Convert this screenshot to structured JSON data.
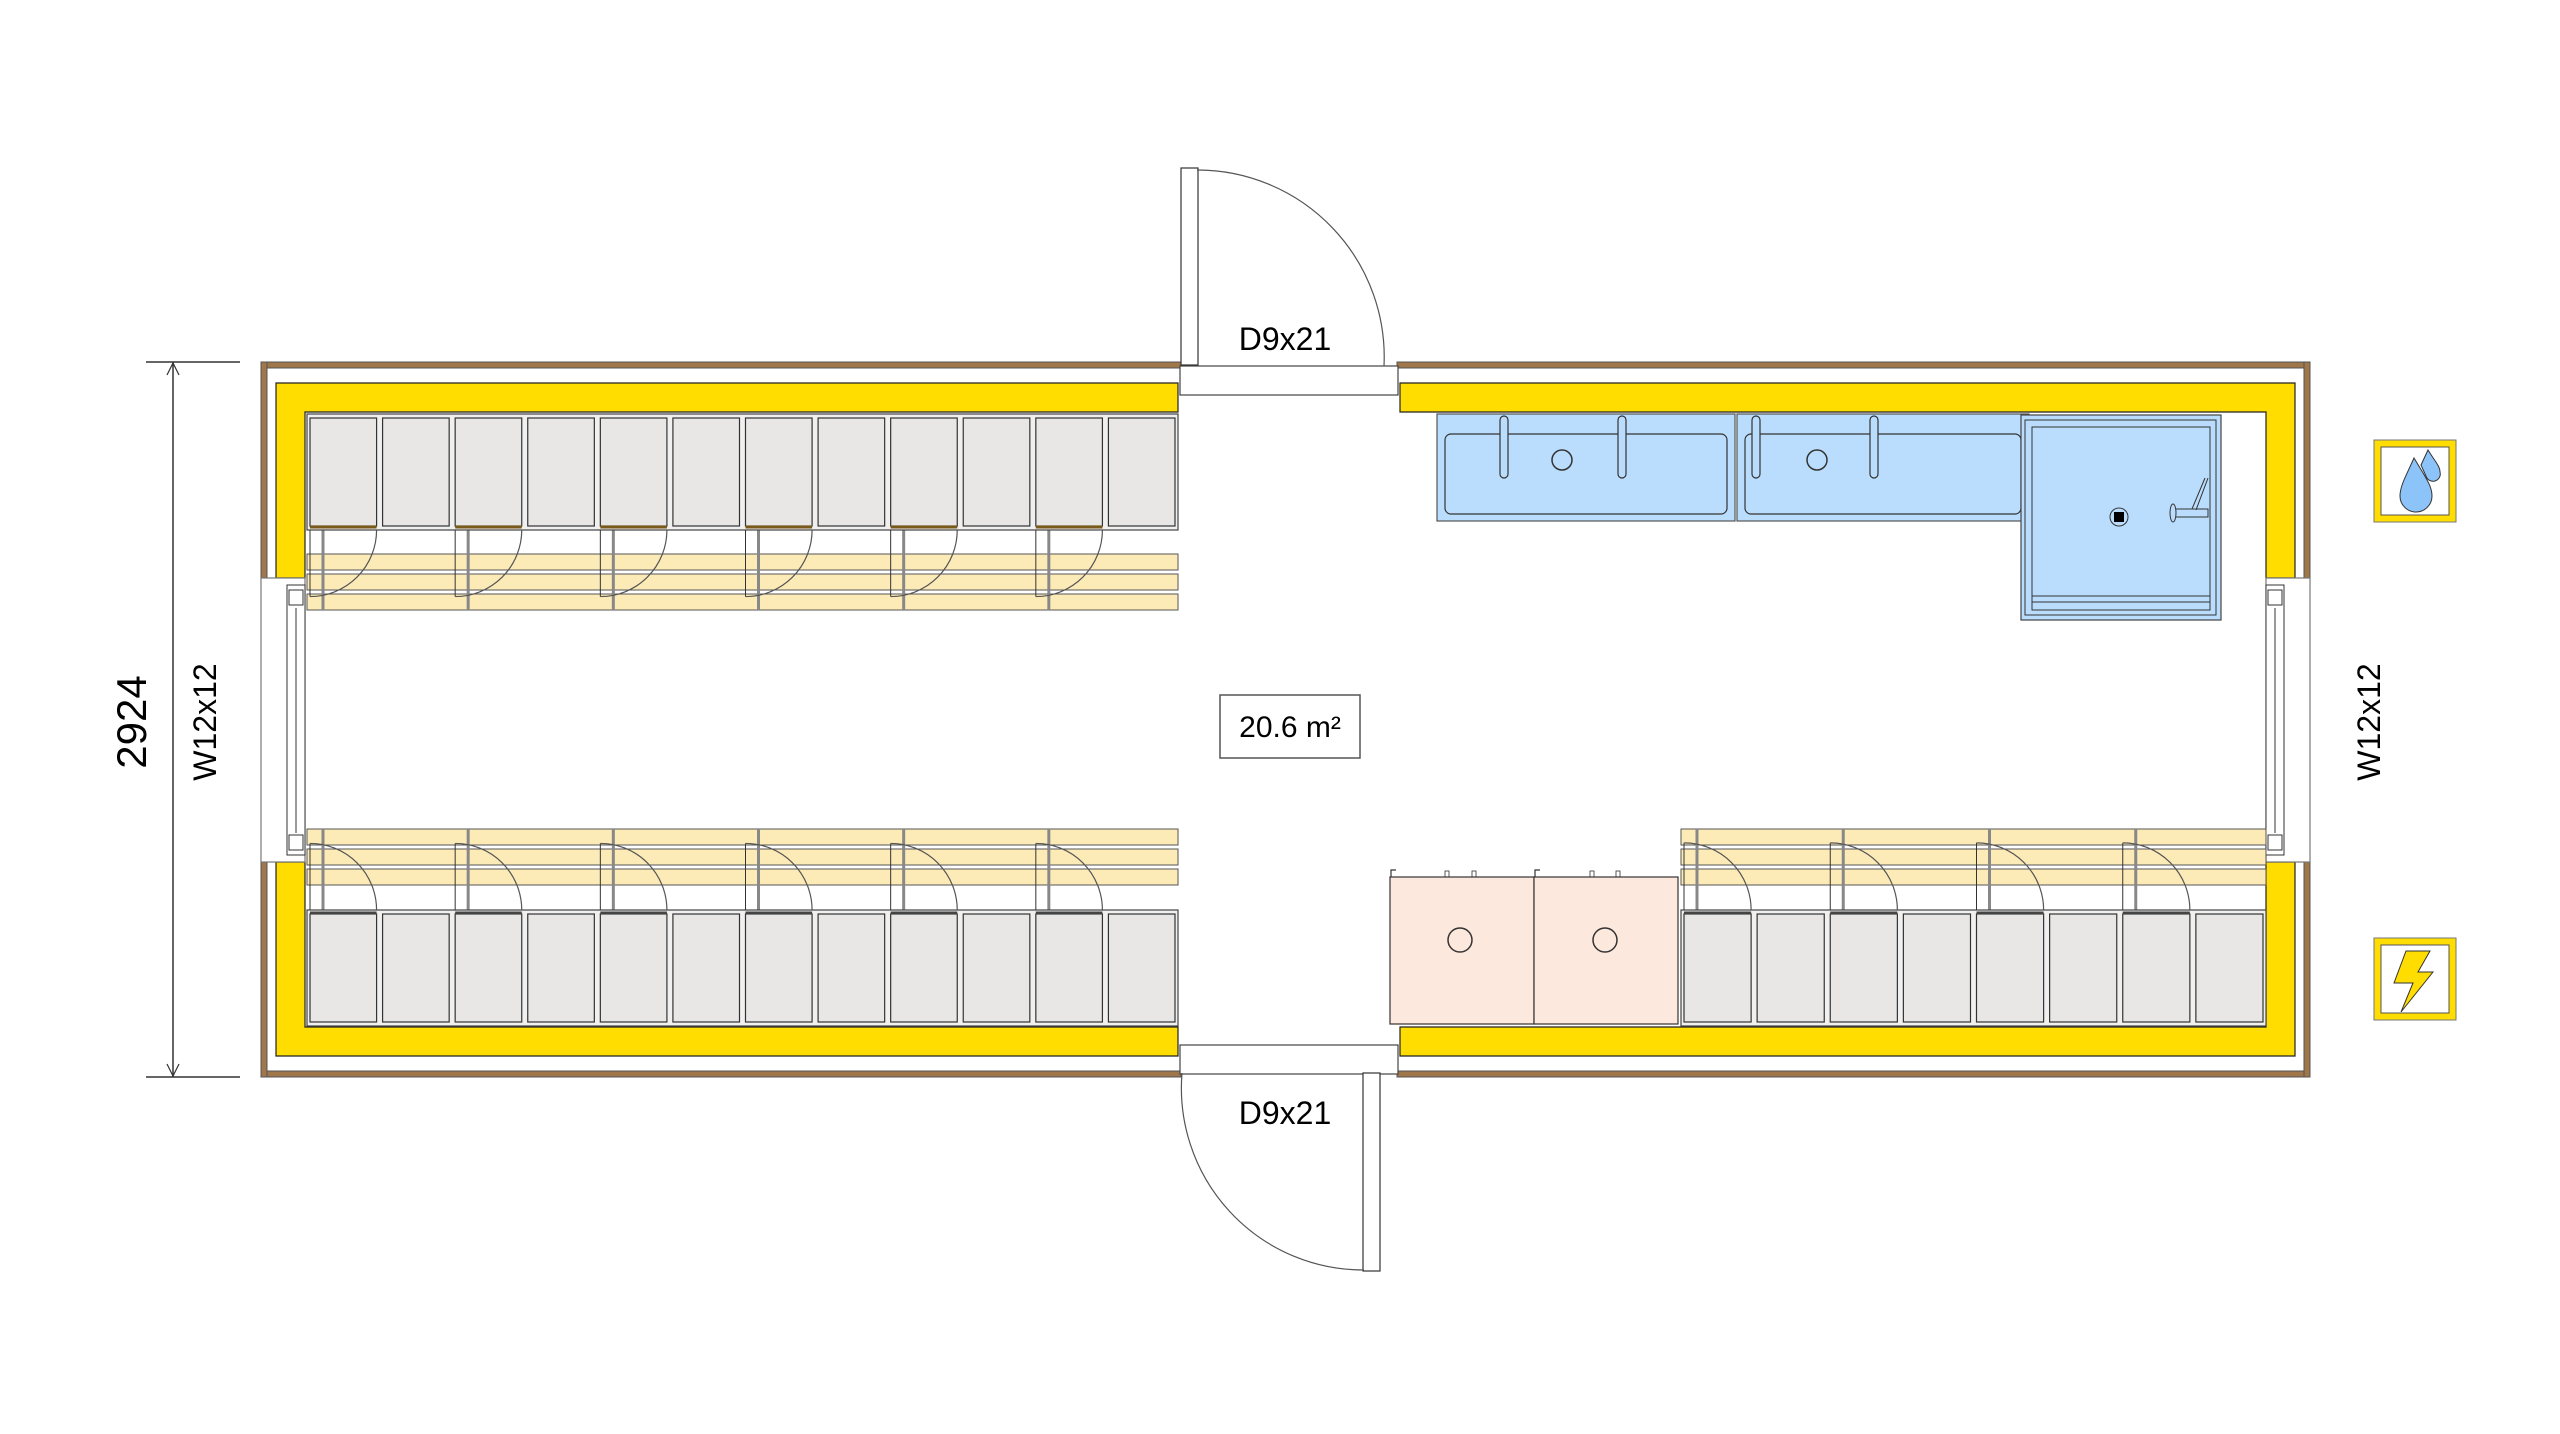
{
  "plan": {
    "area_label": "20.6 m²",
    "dimension_label": "2924",
    "doors": [
      {
        "id": "door-top",
        "label": "D9x21"
      },
      {
        "id": "door-bottom",
        "label": "D9x21"
      }
    ],
    "windows": [
      {
        "id": "window-left",
        "label": "W12x12"
      },
      {
        "id": "window-right",
        "label": "W12x12"
      }
    ],
    "furniture": {
      "locker_rows": [
        {
          "id": "top-left-lockers",
          "count": 12
        },
        {
          "id": "bottom-left-lockers",
          "count": 12
        },
        {
          "id": "bottom-right-lockers",
          "count": 8
        }
      ],
      "benches": [
        {
          "id": "top-left-bench"
        },
        {
          "id": "bottom-left-bench"
        },
        {
          "id": "bottom-right-bench"
        }
      ],
      "sinks": [
        {
          "id": "sink-1",
          "taps": 2
        },
        {
          "id": "sink-2",
          "taps": 2
        }
      ],
      "shower": {
        "id": "shower-tray"
      },
      "appliances": [
        {
          "id": "appliance-1"
        },
        {
          "id": "appliance-2"
        }
      ]
    },
    "utility_icons": [
      {
        "id": "water-connection",
        "icon": "water-drops-icon"
      },
      {
        "id": "electric-connection",
        "icon": "lightning-bolt-icon"
      }
    ]
  },
  "colors": {
    "insulation": "#FFDD00",
    "outer_wall": "#A0774A",
    "locker_fill": "#E8E7E6",
    "bench_fill": "#FDEBB7",
    "sanitary_fill": "#BBDDFD",
    "appliance_fill": "#FDE8DE",
    "water_icon": "#8CC4FA"
  }
}
